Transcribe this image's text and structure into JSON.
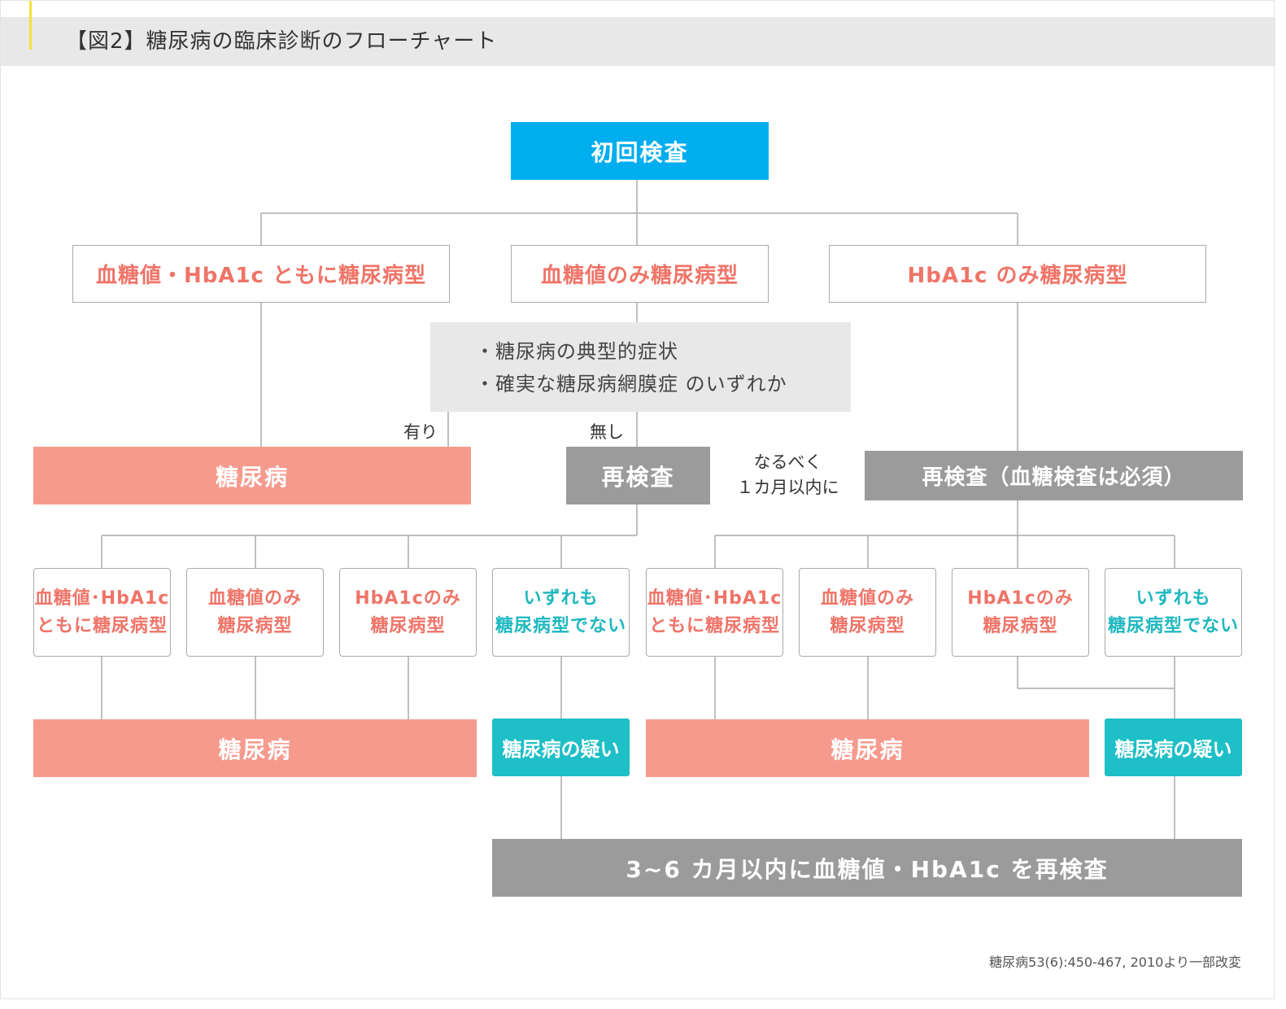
{
  "header": {
    "title": "【図2】糖尿病の臨床診断のフローチャート"
  },
  "flow": {
    "initial": "初回検査",
    "level1": {
      "both": "血糖値・HbA1c ともに糖尿病型",
      "glucose_only": "血糖値のみ糖尿病型",
      "hba1c_only": "HbA1c のみ糖尿病型"
    },
    "condition": {
      "line1": "・糖尿病の典型的症状",
      "line2": "・確実な糖尿病網膜症 のいずれか"
    },
    "branch_yes": "有り",
    "branch_no": "無し",
    "diabetes": "糖尿病",
    "retest": "再検査",
    "retest_note": {
      "line1": "なるべく",
      "line2": "１カ月以内に"
    },
    "retest_required": "再検査（血糖検査は必須）",
    "left_group": {
      "both": {
        "line1": "血糖値･HbA1c",
        "line2": "ともに糖尿病型"
      },
      "glucose_only": {
        "line1": "血糖値のみ",
        "line2": "糖尿病型"
      },
      "hba1c_only": {
        "line1": "HbA1cのみ",
        "line2": "糖尿病型"
      },
      "neither": {
        "line1": "いずれも",
        "line2": "糖尿病型でない"
      }
    },
    "right_group": {
      "both": {
        "line1": "血糖値･HbA1c",
        "line2": "ともに糖尿病型"
      },
      "glucose_only": {
        "line1": "血糖値のみ",
        "line2": "糖尿病型"
      },
      "hba1c_only": {
        "line1": "HbA1cのみ",
        "line2": "糖尿病型"
      },
      "neither": {
        "line1": "いずれも",
        "line2": "糖尿病型でない"
      }
    },
    "suspected": "糖尿病の疑い",
    "final_retest": "3~6 カ月以内に血糖値・HbA1c を再検査"
  },
  "footnote": "糖尿病53(6):450-467, 2010より一部改変",
  "colors": {
    "blue": "#00aeef",
    "salmon": "#f79a8e",
    "gray": "#9b9b9b",
    "teal": "#1ebfc6",
    "red_text": "#ef7468"
  }
}
